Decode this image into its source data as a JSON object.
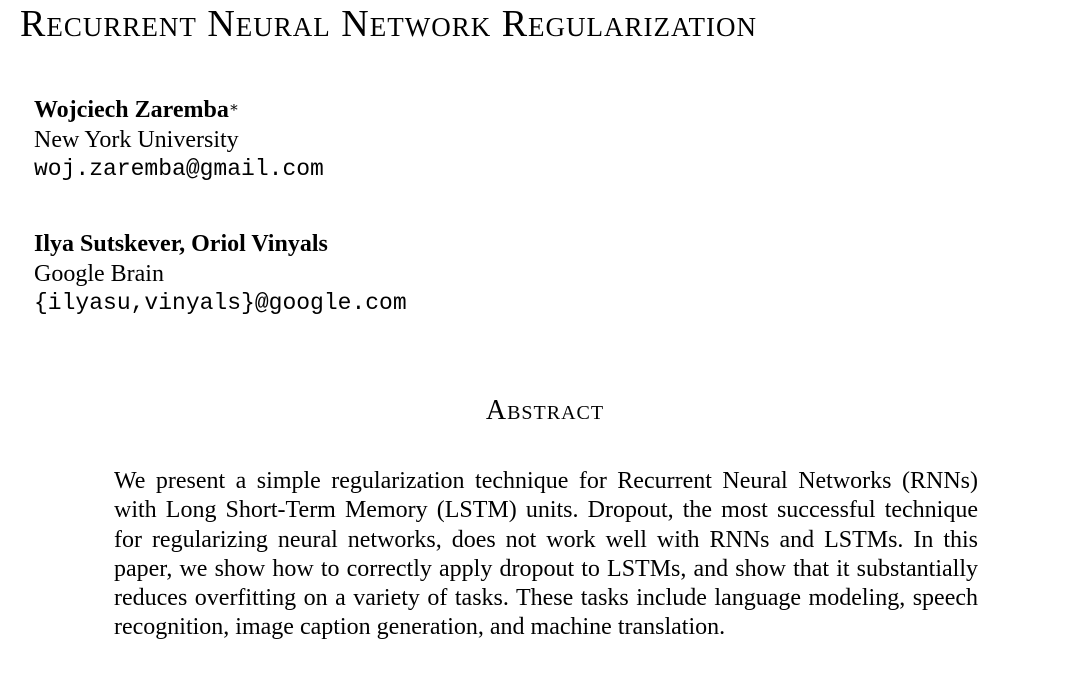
{
  "paper": {
    "title": "Recurrent Neural Network Regularization",
    "authors": [
      {
        "names": "Wojciech Zaremba",
        "marker": "∗",
        "affiliation": "New York University",
        "email": "woj.zaremba@gmail.com"
      },
      {
        "names": "Ilya Sutskever, Oriol Vinyals",
        "marker": "",
        "affiliation": "Google Brain",
        "email": "{ilyasu,vinyals}@google.com"
      }
    ],
    "abstract_heading": "Abstract",
    "abstract_text": "We present a simple regularization technique for Recurrent Neural Networks (RNNs) with Long Short-Term Memory (LSTM) units.  Dropout, the most suc­cessful technique for regularizing neural networks, does not work well with RNNs and LSTMs.  In this paper, we show how to correctly apply dropout to LSTMs, and show that it substantially reduces overfitting on a variety of tasks. These tasks include language modeling, speech recognition, image caption generation, and machine translation."
  }
}
